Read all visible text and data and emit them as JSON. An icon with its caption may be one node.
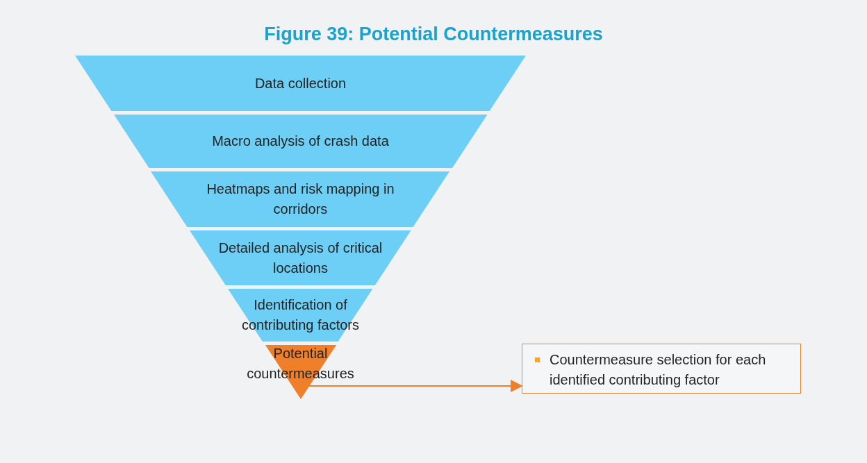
{
  "diagram": {
    "title": "Figure 39: Potential Countermeasures",
    "nodes": [
      {
        "text": [
          "Data collection"
        ]
      },
      {
        "text": [
          "Macro analysis of crash data"
        ]
      },
      {
        "text": [
          "Heatmaps and risk mapping in corridors"
        ]
      },
      {
        "text": [
          "Detailed analysis of critical locations"
        ]
      },
      {
        "text": [
          "Identification of contributing factors"
        ]
      },
      {
        "text": [
          "Potential countermeasures"
        ]
      },
      {
        "text": [
          "Countermeasure selection for each identified contributing factor"
        ]
      }
    ],
    "edges": [
      {
        "from": 5,
        "to": 6,
        "arrow": "to"
      }
    ]
  }
}
